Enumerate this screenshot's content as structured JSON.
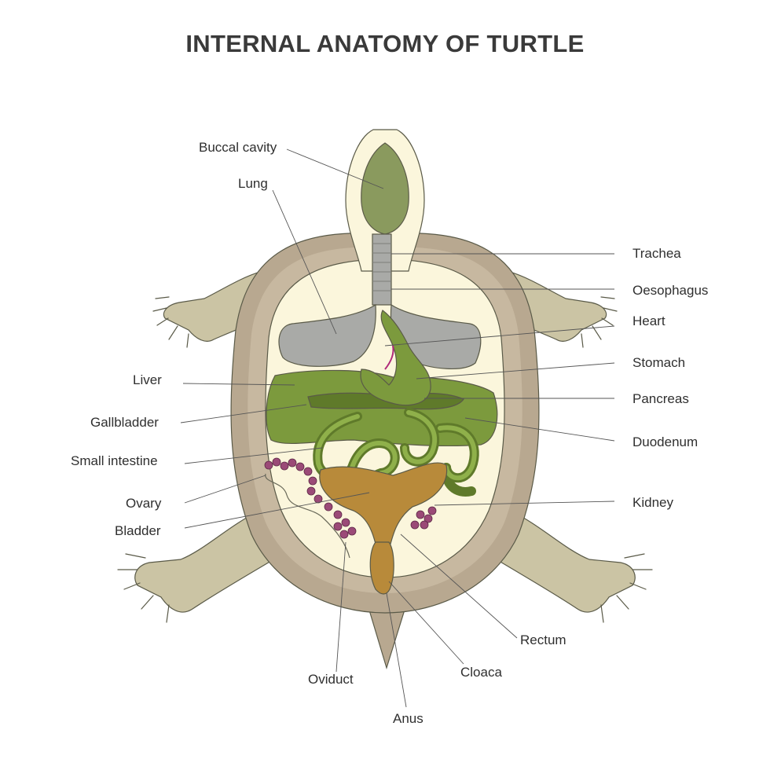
{
  "title": "INTERNAL ANATOMY OF TURTLE",
  "colors": {
    "shell_outer": "#b8a890",
    "shell_inner": "#fbf6dc",
    "limb": "#cbc4a4",
    "lung": "#a9aaa7",
    "organ_green": "#7c9a3d",
    "dark_green": "#5f7a2a",
    "bladder": "#b88a3a",
    "ovary": "#9b4a77"
  },
  "labels": {
    "buccal_cavity": "Buccal cavity",
    "lung": "Lung",
    "trachea": "Trachea",
    "oesophagus": "Oesophagus",
    "heart": "Heart",
    "stomach": "Stomach",
    "pancreas": "Pancreas",
    "duodenum": "Duodenum",
    "kidney": "Kidney",
    "liver": "Liver",
    "gallbladder": "Gallbladder",
    "small_intestine": "Small intestine",
    "ovary": "Ovary",
    "bladder": "Bladder",
    "rectum": "Rectum",
    "cloaca": "Cloaca",
    "oviduct": "Oviduct",
    "anus": "Anus"
  }
}
